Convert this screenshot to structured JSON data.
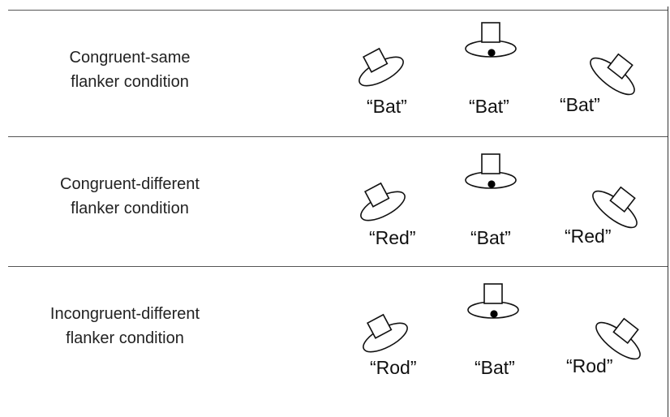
{
  "rows": [
    {
      "label_line1": "Congruent-same",
      "label_line2": "flanker condition",
      "words": [
        "“Bat”",
        "“Bat”",
        "“Bat”"
      ]
    },
    {
      "label_line1": "Congruent-different",
      "label_line2": "flanker condition",
      "words": [
        "“Red”",
        "“Bat”",
        "“Red”"
      ]
    },
    {
      "label_line1": "Incongruent-different",
      "label_line2": "flanker condition",
      "words": [
        "“Rod”",
        "“Bat”",
        "“Rod”"
      ]
    }
  ],
  "stimulus_icons": [
    "hat-icon-tilted-left",
    "hat-icon-with-dot",
    "hat-icon-tilted-right"
  ]
}
